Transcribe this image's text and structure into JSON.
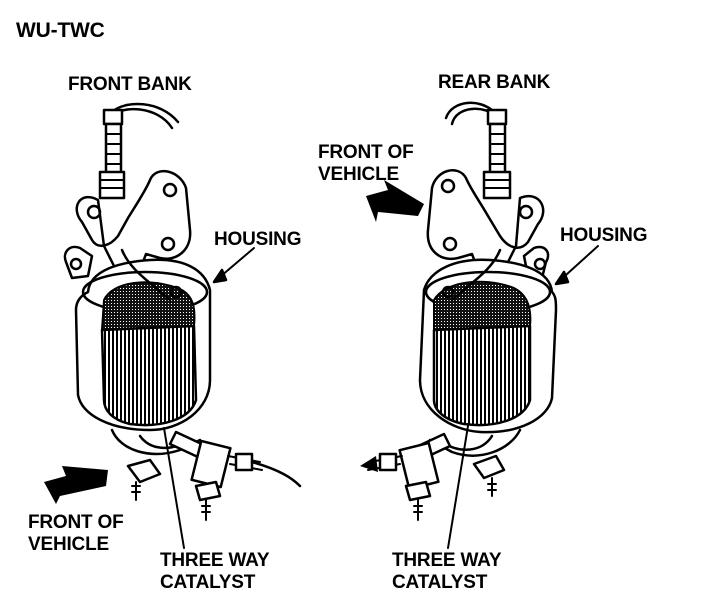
{
  "title": "WU-TWC",
  "left": {
    "bank": "FRONT BANK",
    "housing": "HOUSING",
    "front_of_vehicle": [
      "FRONT OF",
      "VEHICLE"
    ],
    "catalyst": [
      "THREE WAY",
      "CATALYST"
    ]
  },
  "right": {
    "bank": "REAR BANK",
    "housing": "HOUSING",
    "front_of_vehicle": [
      "FRONT OF",
      "VEHICLE"
    ],
    "catalyst": [
      "THREE WAY",
      "CATALYST"
    ]
  },
  "colors": {
    "ink": "#000000",
    "paper": "#ffffff",
    "catalyst_dark": "#1a1a1a"
  }
}
